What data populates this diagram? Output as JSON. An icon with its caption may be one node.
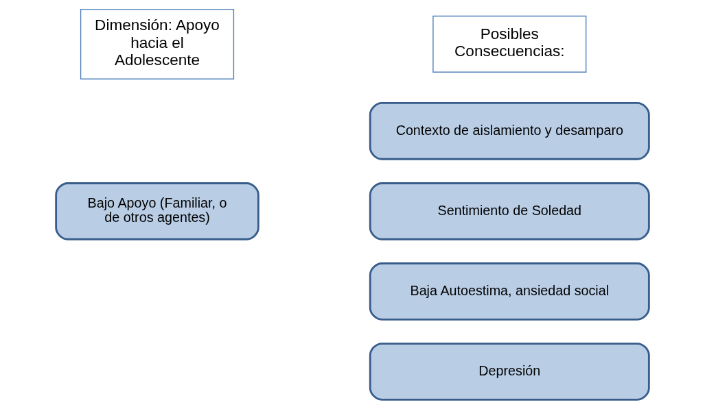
{
  "diagram": {
    "nodes": [
      {
        "text": [
          "Dimensión: Apoyo hacia el Adolescente"
        ]
      },
      {
        "text": [
          "Posibles Consecuencias:"
        ]
      },
      {
        "text": [
          "Bajo Apoyo (Familiar, o de otros agentes)"
        ]
      },
      {
        "text": [
          "Contexto de aislamiento y desamparo"
        ]
      },
      {
        "text": [
          "Sentimiento de Soledad"
        ]
      },
      {
        "text": [
          "Baja Autoestima, ansiedad social"
        ]
      },
      {
        "text": [
          "Depresión"
        ]
      }
    ],
    "edges": []
  }
}
